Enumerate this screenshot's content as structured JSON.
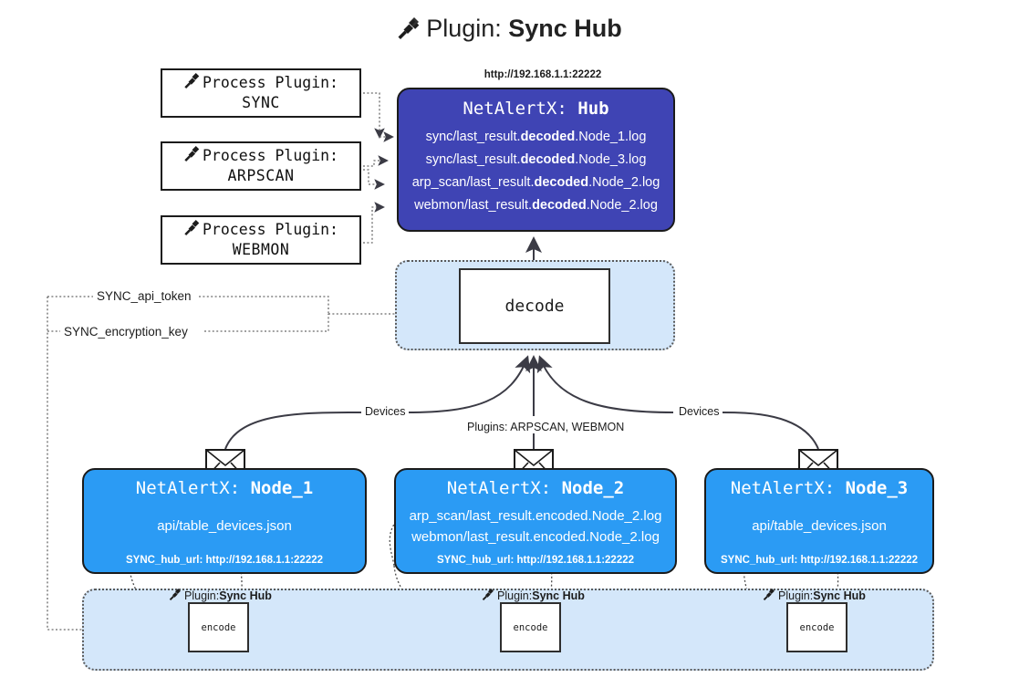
{
  "title": {
    "icon": "plug-icon",
    "prefix": "Plugin: ",
    "name": "Sync Hub"
  },
  "process_plugins": [
    {
      "icon": "plug-icon",
      "heading": "Process Plugin:",
      "name": "SYNC"
    },
    {
      "icon": "plug-icon",
      "heading": "Process Plugin:",
      "name": "ARPSCAN"
    },
    {
      "icon": "plug-icon",
      "heading": "Process Plugin:",
      "name": "WEBMON"
    }
  ],
  "hub": {
    "url": "http://192.168.1.1:22222",
    "title_prefix": "NetAlertX: ",
    "title_name": "Hub",
    "logs": [
      {
        "pre": "sync/last_result.",
        "em": "decoded",
        "post": ".Node_1.log"
      },
      {
        "pre": "sync/last_result.",
        "em": "decoded",
        "post": ".Node_3.log"
      },
      {
        "pre": "arp_scan/last_result.",
        "em": "decoded",
        "post": ".Node_2.log"
      },
      {
        "pre": "webmon/last_result.",
        "em": "decoded",
        "post": ".Node_2.log"
      }
    ],
    "color": "#3f44b4"
  },
  "decode": {
    "label": "decode",
    "zone_color": "#d4e7fa"
  },
  "tokens": {
    "api_token": "SYNC_api_token",
    "encryption_key": "SYNC_encryption_key"
  },
  "edge_labels": {
    "devices_left": "Devices",
    "devices_right": "Devices",
    "plugins_center": "Plugins: ARPSCAN, WEBMON"
  },
  "nodes": [
    {
      "icon": "envelope-icon",
      "title_prefix": "NetAlertX: ",
      "title_name": "Node_1",
      "lines": [
        "api/table_devices.json"
      ],
      "footer": "SYNC_hub_url: http://192.168.1.1:22222",
      "color": "#2b9bf4"
    },
    {
      "icon": "envelope-icon",
      "title_prefix": "NetAlertX: ",
      "title_name": "Node_2",
      "lines": [
        "arp_scan/last_result.encoded.Node_2.log",
        "webmon/last_result.encoded.Node_2.log"
      ],
      "footer": "SYNC_hub_url: http://192.168.1.1:22222",
      "color": "#2b9bf4"
    },
    {
      "icon": "envelope-icon",
      "title_prefix": "NetAlertX: ",
      "title_name": "Node_3",
      "lines": [
        "api/table_devices.json"
      ],
      "footer": "SYNC_hub_url: http://192.168.1.1:22222",
      "color": "#2b9bf4"
    }
  ],
  "encoders": [
    {
      "icon": "plug-icon",
      "label_prefix": "Plugin: ",
      "label_name": "Sync Hub",
      "box": "encode"
    },
    {
      "icon": "plug-icon",
      "label_prefix": "Plugin: ",
      "label_name": "Sync Hub",
      "box": "encode"
    },
    {
      "icon": "plug-icon",
      "label_prefix": "Plugin: ",
      "label_name": "Sync Hub",
      "box": "encode"
    }
  ]
}
